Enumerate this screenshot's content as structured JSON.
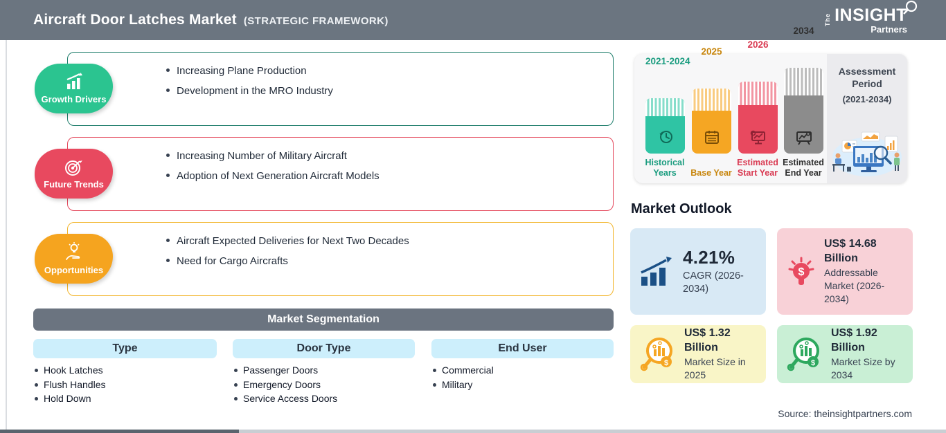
{
  "header": {
    "title": "Aircraft Door Latches Market",
    "subtitle": "(STRATEGIC FRAMEWORK)",
    "bg_color": "#6B7580",
    "logo": {
      "the": "The",
      "insight": "INSIGHT",
      "partners": "Partners"
    }
  },
  "framework_sections": [
    {
      "label": "Growth Drivers",
      "icon": "growth-chart-icon",
      "badge_color": "#2BC490",
      "border_color": "#1E7D6B",
      "bullets": [
        "Increasing Plane Production",
        "Development in the MRO Industry"
      ]
    },
    {
      "label": "Future Trends",
      "icon": "target-dart-icon",
      "badge_color": "#E8495F",
      "border_color": "#E4485C",
      "bullets": [
        "Increasing Number of Military Aircraft",
        "Adoption of Next Generation Aircraft Models"
      ]
    },
    {
      "label": "Opportunities",
      "icon": "hand-bulb-icon",
      "badge_color": "#F5A41F",
      "border_color": "#F2B52B",
      "bullets": [
        "Aircraft Expected Deliveries for Next Two Decades",
        "Need for Cargo Aircrafts"
      ]
    }
  ],
  "segmentation": {
    "title": "Market Segmentation",
    "bar_color": "#6B7480",
    "pill_color": "#CDEFFC",
    "columns": [
      {
        "header": "Type",
        "items": [
          "Hook Latches",
          "Flush Handles",
          "Hold Down"
        ]
      },
      {
        "header": "Door Type",
        "items": [
          "Passenger Doors",
          "Emergency Doors",
          "Service Access Doors"
        ]
      },
      {
        "header": "End User",
        "items": [
          "Commercial",
          "Military"
        ]
      }
    ]
  },
  "chart_data": {
    "type": "bar",
    "title": "Assessment period timeline",
    "categories": [
      "Historical Years",
      "Base Year",
      "Estimated Start Year",
      "Estimated End Year"
    ],
    "x_labels": [
      "2021-2024",
      "2025",
      "2026",
      "2034"
    ],
    "relative_heights": [
      80,
      94,
      104,
      124
    ],
    "colors": [
      "#2FC4A4",
      "#F5A623",
      "#E8495F",
      "#8C8C8C"
    ],
    "label_colors": [
      "#1A9C7F",
      "#C8860D",
      "#D93A52",
      "#2F2F2F"
    ],
    "icon_colors": [
      "#15836C",
      "#9C6408",
      "#A62B40",
      "#3F3F3F"
    ],
    "bar_icons": [
      "history-clock-icon",
      "calendar-icon",
      "monitor-chart-icon",
      "presentation-chart-icon"
    ],
    "legend_position": "none",
    "grid": false
  },
  "assessment": {
    "title": "Assessment Period",
    "range": "(2021-2034)"
  },
  "market_outlook": {
    "title": "Market Outlook",
    "cards": [
      {
        "value": "4.21%",
        "label": "CAGR (2026-2034)",
        "icon": "growth-bars-arrow-icon",
        "bg": "#D8E9F5",
        "accent": "#1B5086"
      },
      {
        "value": "US$ 14.68 Billion",
        "label": "Addressable Market (2026-2034)",
        "icon": "bulb-dollar-icon",
        "bg": "#F8D1D7",
        "accent": "#E8495F"
      },
      {
        "value": "US$ 1.32 Billion",
        "label": "Market Size in 2025",
        "icon": "magnifier-bars-orange-icon",
        "bg": "#F9F5C7",
        "accent": "#F5A623"
      },
      {
        "value": "US$ 1.92 Billion",
        "label": "Market Size by 2034",
        "icon": "magnifier-bars-green-icon",
        "bg": "#C9EFD5",
        "accent": "#2DA85E"
      }
    ]
  },
  "source": "Source: theinsightpartners.com"
}
